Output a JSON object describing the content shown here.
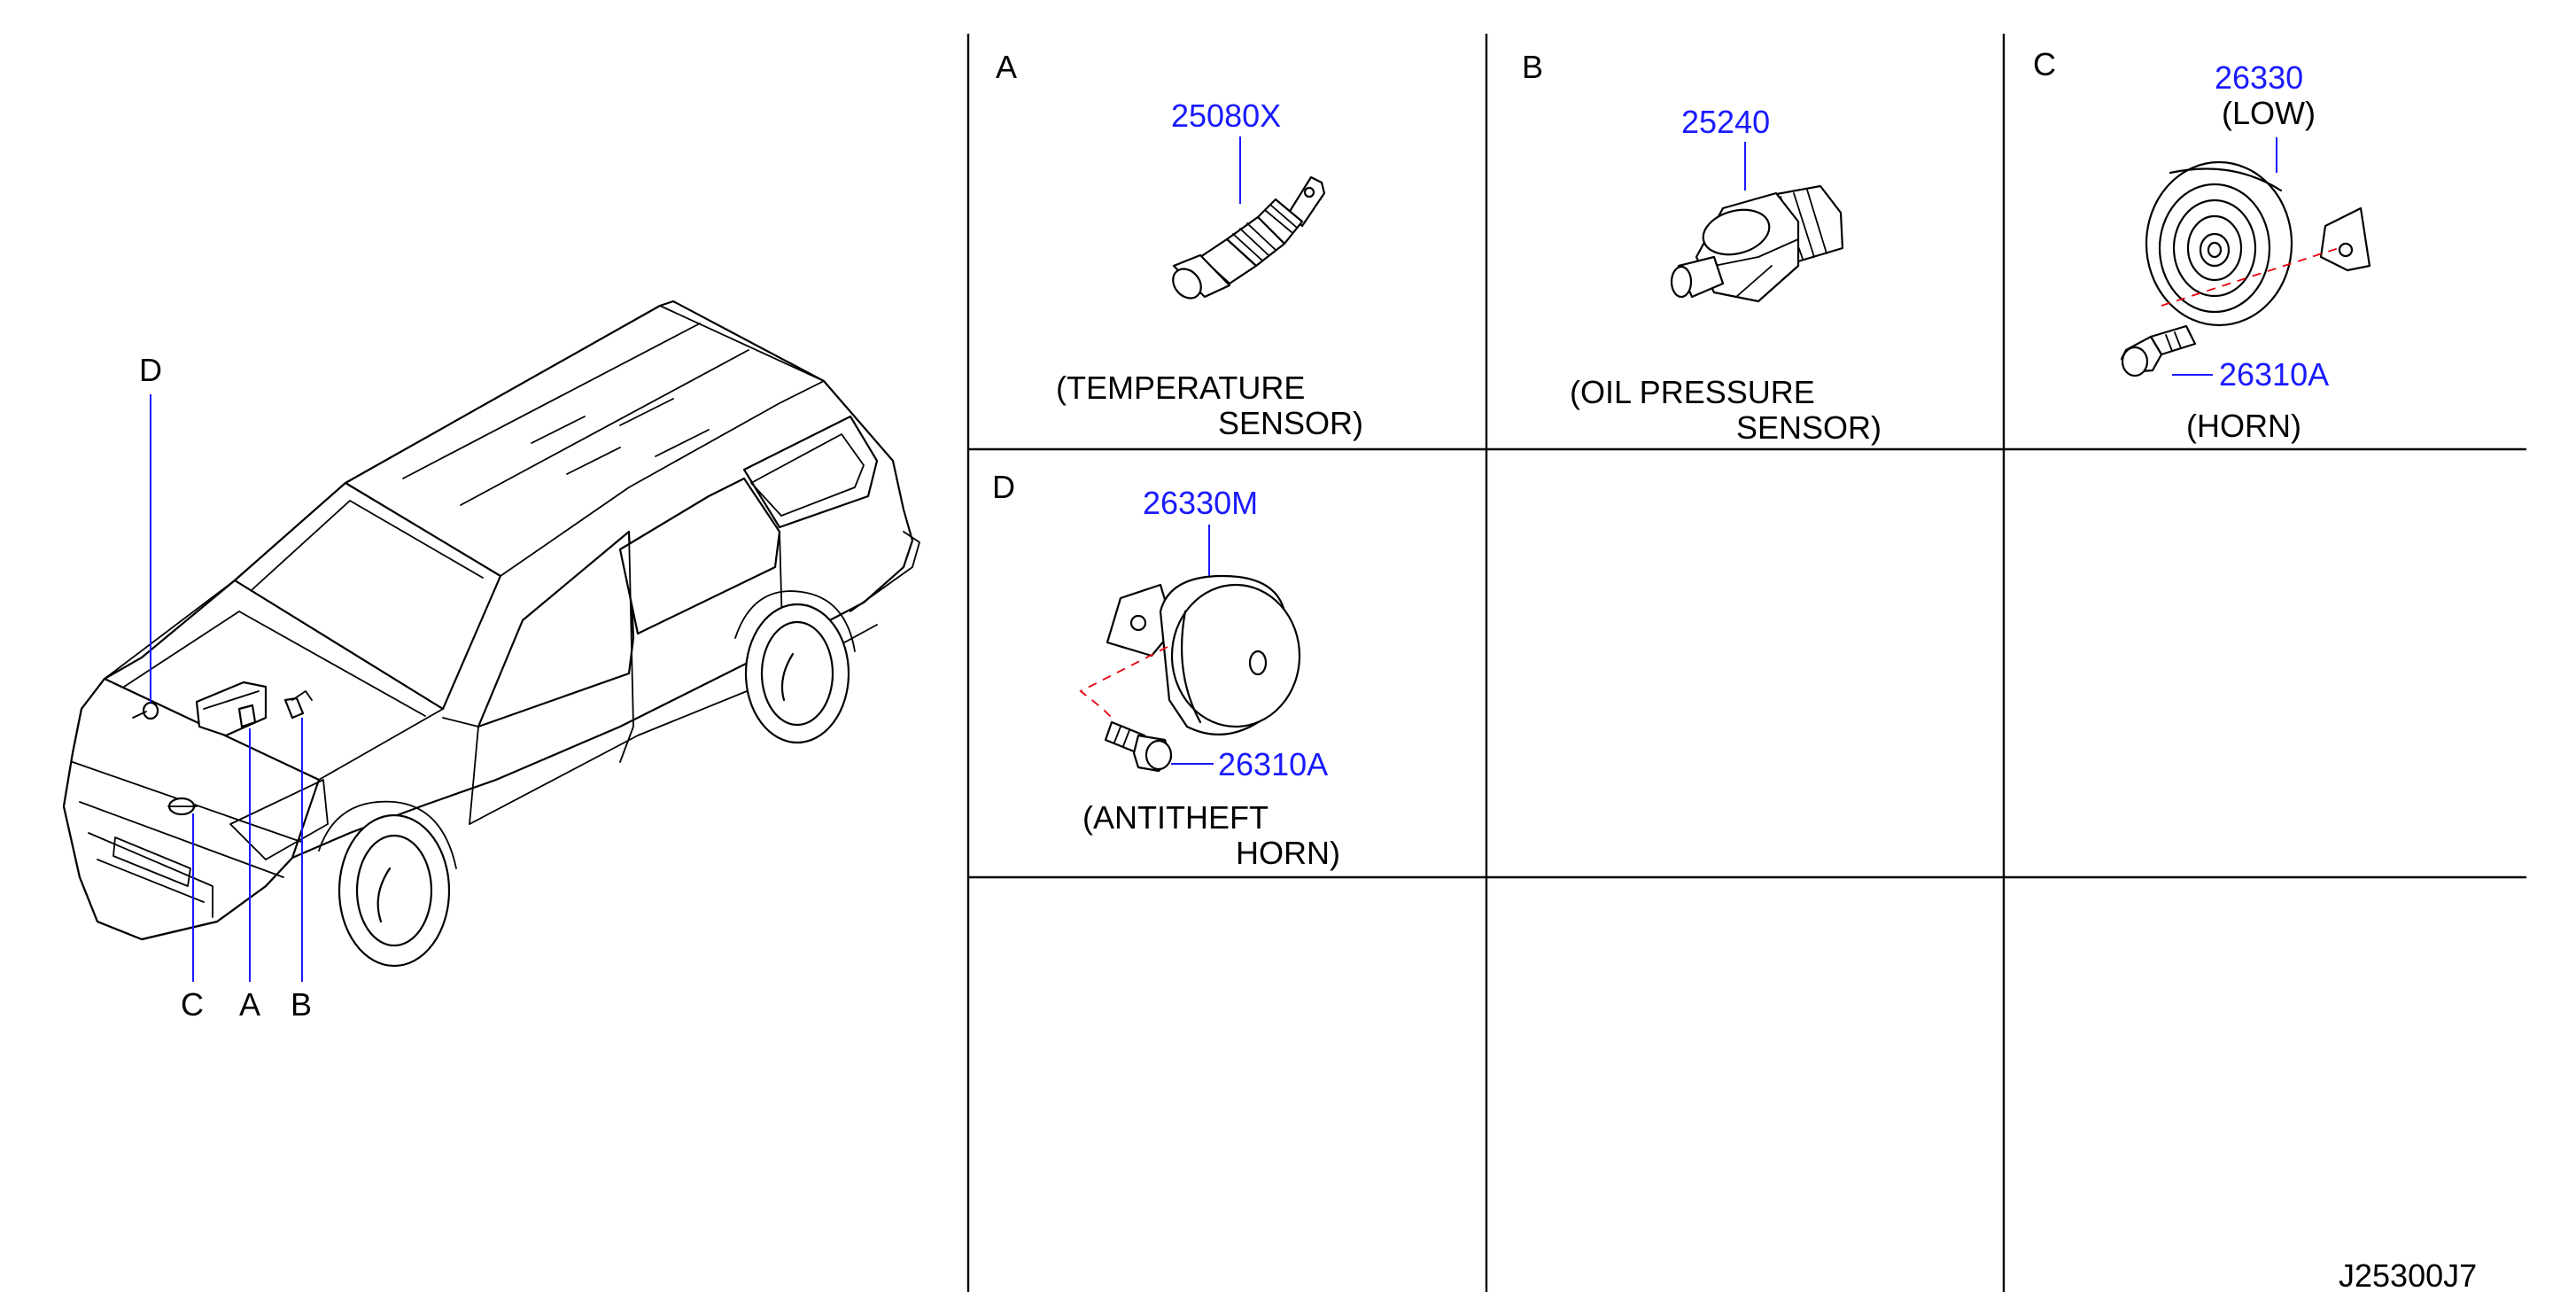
{
  "colors": {
    "part_number": "#1a1aff",
    "leader": "#1a1aff",
    "dashed": "#e8000b",
    "ink": "#000000"
  },
  "callouts": [
    "D",
    "C",
    "A",
    "B"
  ],
  "panels": {
    "A": {
      "letter": "A",
      "part": "25080X",
      "desc1": "(TEMPERATURE",
      "desc2": "SENSOR)"
    },
    "B": {
      "letter": "B",
      "part": "25240",
      "desc1": "(OIL   PRESSURE",
      "desc2": "SENSOR)"
    },
    "C": {
      "letter": "C",
      "part": "26330",
      "part_note": "(LOW)",
      "part2": "26310A",
      "desc1": "(HORN)"
    },
    "D": {
      "letter": "D",
      "part": "26330M",
      "part2": "26310A",
      "desc1": "(ANTITHEFT",
      "desc2": "HORN)"
    }
  },
  "diagram_id": "J25300J7"
}
